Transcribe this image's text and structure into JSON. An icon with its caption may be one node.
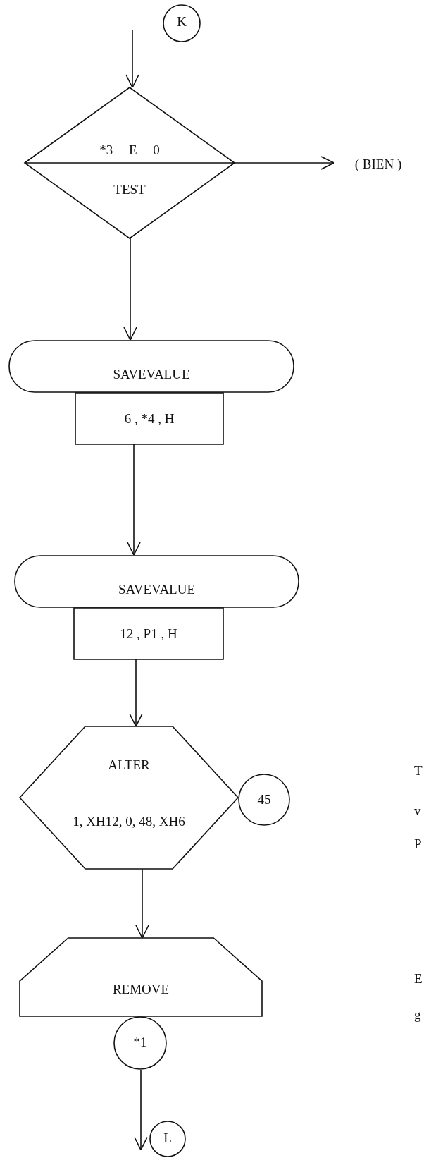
{
  "diagram": {
    "nodes": [
      {
        "text": [
          "K"
        ]
      },
      {
        "text": [
          "*3 E 0",
          "TEST"
        ]
      },
      {
        "text": [
          "( BIEN )"
        ]
      },
      {
        "text": [
          "SAVEVALUE"
        ]
      },
      {
        "text": [
          "6 , *4 , H"
        ]
      },
      {
        "text": [
          "SAVEVALUE"
        ]
      },
      {
        "text": [
          "12 , P1 , H"
        ]
      },
      {
        "text": [
          "ALTER",
          "1, XH12, 0, 48, XH6"
        ]
      },
      {
        "text": [
          "45"
        ]
      },
      {
        "text": [
          "REMOVE"
        ]
      },
      {
        "text": [
          "*1"
        ]
      },
      {
        "text": [
          "L"
        ]
      }
    ],
    "edges": [
      {
        "from": null,
        "to": 1,
        "arrow": "to"
      },
      {
        "from": 1,
        "to": 2,
        "arrow": "to"
      },
      {
        "from": 1,
        "to": 3,
        "arrow": "to"
      },
      {
        "from": 4,
        "to": 5,
        "arrow": "to"
      },
      {
        "from": 6,
        "to": 7,
        "arrow": "to"
      },
      {
        "from": 7,
        "to": 9,
        "arrow": "to"
      },
      {
        "from": 10,
        "to": 11,
        "arrow": "to"
      }
    ],
    "labels": [
      "T",
      "v",
      "P",
      "E",
      "g"
    ]
  }
}
